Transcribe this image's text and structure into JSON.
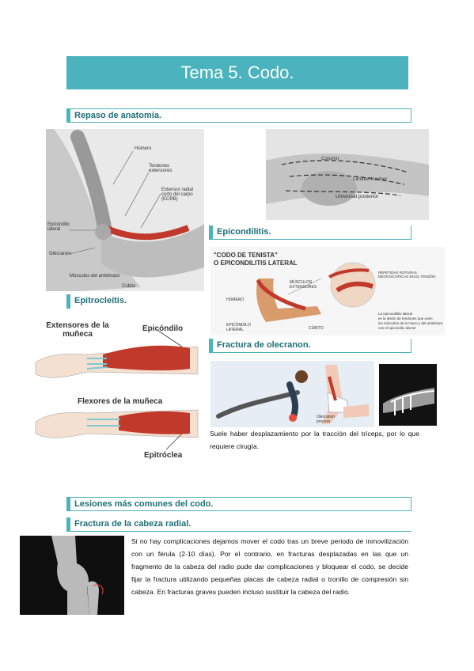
{
  "page_title": "Tema 5. Codo.",
  "sections": {
    "anatomy": "Repaso de anatomía.",
    "epicondylitis": "Epicondilitis.",
    "epitrochleitis": "Epitrocleítis.",
    "olecranon": "Fractura de olecranon.",
    "common_injuries": "Lesiones más comunes del codo.",
    "radial_head": "Fractura de la cabeza radial."
  },
  "anatomy_figure": {
    "labels": {
      "humerus": "Húmero",
      "extensor_tendons": "Tendones extensores",
      "ecrb": "Extensor radial corto del carpo (ECRB)",
      "lateral_epicondyle": "Epicóndilo lateral",
      "olecranon": "Olécranon",
      "forearm_muscles": "Músculos del antebrazo",
      "ulna": "Cúbito"
    }
  },
  "approach_figure": {
    "labels": {
      "column": "Column",
      "kocher": "Limited Kocher",
      "posterior": "Universal posterior"
    }
  },
  "tennis_elbow_figure": {
    "headline_1": "\"CODO DE TENISTA\"",
    "headline_2": "O EPICONDILITIS LATERAL",
    "labels": {
      "extensor_muscles": "MÚSCULOS EXTENSORES",
      "humerus": "HÚMERO",
      "lateral_epicondyle": "EPICÓNDILO LATERAL",
      "ulna": "CÚBITO",
      "micro_tears": "REPETIDAS ROTURAS MICROSCÓPICAS EN EL TENDÓN",
      "caption_1": "La epicondilitis lateral",
      "caption_2": "es la lesión de tendones que unen",
      "caption_3": "los músculos de la mano y del antebrazo",
      "caption_4": "con el epicóndilo lateral"
    }
  },
  "wrist_figure": {
    "labels": {
      "extensors": "Extensores de la muñeca",
      "epicondyle": "Epicóndilo",
      "flexors": "Flexores de la muñeca",
      "epitrochlea": "Epitróclea"
    }
  },
  "olecranon_figure": {
    "process_label": "Olecranon process"
  },
  "olecranon_text": "Suele haber desplazamiento por la tracción del tríceps, por lo que requiere cirugía.",
  "radial_head_text": "Si no hay complicaciones dejamos mover el codo tras un breve periodo de inmovilización con un férula (2-10 días). Por el contrario, en fracturas desplazadas en las que un fragmento de la cabeza del radio pude dar complicaciones y bloquear el codo, se decide fijar la fractura utilizando pequeñas placas de cabeza radial o tronillo de compresión sin cabeza. En fracturas graves pueden incluso sustituir la cabeza del radio.",
  "colors": {
    "accent": "#4bb3bd",
    "muscle": "#c0392b"
  }
}
